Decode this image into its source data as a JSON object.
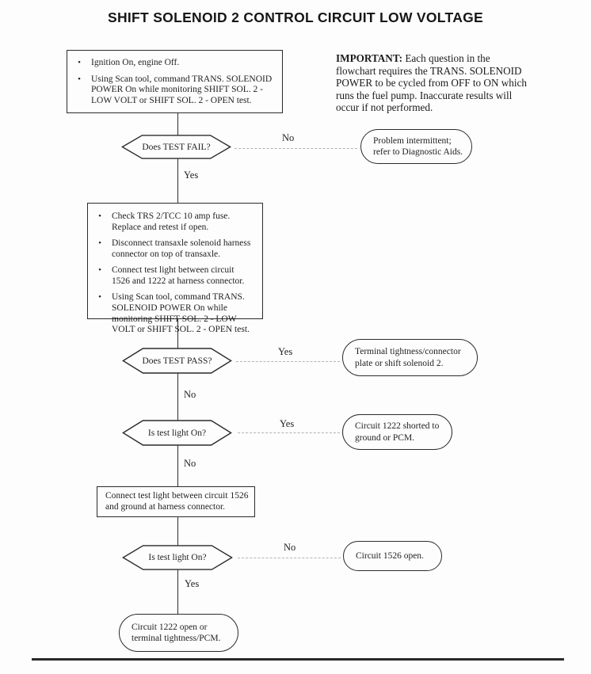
{
  "title": "SHIFT SOLENOID 2 CONTROL CIRCUIT LOW VOLTAGE",
  "important_note": {
    "label": "IMPORTANT:",
    "text": "Each question in the flowchart requires the TRANS. SOLENOID POWER to be cycled from OFF to ON which runs the fuel pump. Inaccurate results will occur if not performed."
  },
  "start_box": {
    "bullet_glyph": "•",
    "bullets": [
      "Ignition On, engine Off.",
      "Using Scan tool, command TRANS. SOLENOID POWER On while monitoring SHIFT SOL. 2 - LOW VOLT or SHIFT SOL. 2 - OPEN test."
    ]
  },
  "decision_test_fail": {
    "question": "Does TEST FAIL?",
    "no_label": "No",
    "yes_label": "Yes"
  },
  "result_intermittent": {
    "text": "Problem intermittent; refer to Diagnostic Aids."
  },
  "checks_box": {
    "bullet_glyph": "•",
    "bullets": [
      "Check TRS 2/TCC 10 amp fuse. Replace and retest if open.",
      "Disconnect transaxle solenoid harness connector on top of transaxle.",
      "Connect test light between circuit 1526 and 1222 at harness connector.",
      "Using Scan tool, command TRANS. SOLENOID POWER On while monitoring SHIFT SOL. 2 - LOW VOLT or SHIFT SOL. 2 - OPEN test."
    ]
  },
  "decision_test_pass": {
    "question": "Does TEST PASS?",
    "yes_label": "Yes",
    "no_label": "No"
  },
  "result_terminal_tightness": {
    "text": "Terminal tightness/connector plate or shift solenoid 2."
  },
  "decision_test_light_1": {
    "question": "Is test light On?",
    "yes_label": "Yes",
    "no_label": "No"
  },
  "result_circuit_1222_shorted": {
    "text": "Circuit 1222 shorted to ground or PCM."
  },
  "action_box": {
    "text": "Connect test light between circuit 1526 and ground at harness connector."
  },
  "decision_test_light_2": {
    "question": "Is test light On?",
    "no_label": "No",
    "yes_label": "Yes"
  },
  "result_circuit_1526_open": {
    "text": "Circuit 1526 open."
  },
  "result_circuit_1222_open": {
    "text": "Circuit 1222 open or terminal tightness/PCM."
  },
  "colors": {
    "ink": "#1f1f1f",
    "border": "#2b2b2b",
    "dash": "#b3b3b3",
    "background": "#fdfdfd"
  }
}
